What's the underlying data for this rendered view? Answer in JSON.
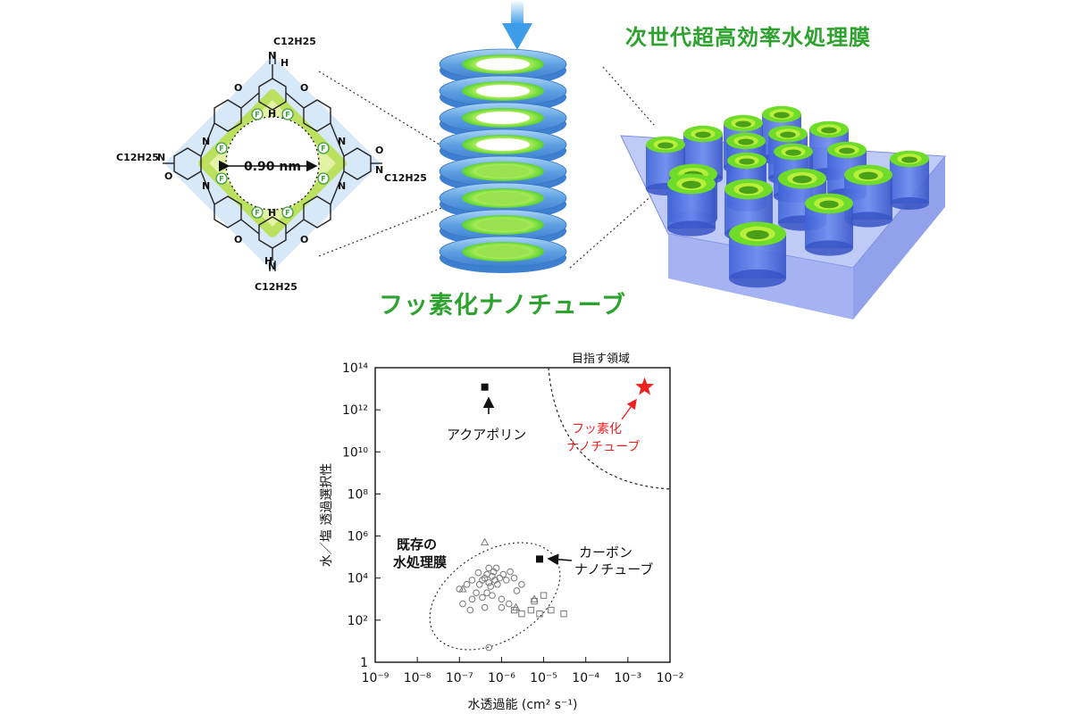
{
  "membrane_title": "次世代超高効率水処理膜",
  "nanotube_title": "フッ素化ナノチューブ",
  "molecule": {
    "pore_diameter": "0.90 nm",
    "substituent": "C12H25",
    "fluorine_label": "F",
    "atom_labels": [
      "N",
      "H",
      "O"
    ]
  },
  "colors": {
    "green_text": "#2ea22e",
    "star": "#ee2222",
    "fluoro_label": "#ee2222",
    "ring_green": "#7fe23a",
    "disk_blue": "#6aa8e8",
    "membrane_blue": "#8a9cf0"
  },
  "chart_data": {
    "type": "scatter",
    "xlabel": "水透過能 (cm² s⁻¹)",
    "ylabel": "水／塩 透過選択性",
    "x_scale": "log",
    "y_scale": "log",
    "xlim": [
      1e-09,
      0.01
    ],
    "ylim": [
      1,
      100000000000000.0
    ],
    "x_ticks": [
      "10⁻⁹",
      "10⁻⁸",
      "10⁻⁷",
      "10⁻⁶",
      "10⁻⁵",
      "10⁻⁴",
      "10⁻³",
      "10⁻²"
    ],
    "y_ticks": [
      "1",
      "10²",
      "10⁴",
      "10⁶",
      "10⁸",
      "10¹⁰",
      "10¹²",
      "10¹⁴"
    ],
    "annotations": {
      "target_region": "目指す領域",
      "aquaporin": "アクアポリン",
      "fluoro_line1": "フッ素化",
      "fluoro_line2": "ナノチューブ",
      "cnt_line1": "カーボン",
      "cnt_line2": "ナノチューブ",
      "existing_line1": "既存の",
      "existing_line2": "水処理膜"
    },
    "series": [
      {
        "marker": "filled-square",
        "points": [
          [
            4e-07,
            12000000000000.0
          ],
          [
            8e-06,
            80000.0
          ]
        ]
      },
      {
        "marker": "star",
        "points": [
          [
            0.0025,
            12000000000000.0
          ]
        ]
      },
      {
        "marker": "open-circle",
        "points": [
          [
            1e-07,
            3000.0
          ],
          [
            1.5e-07,
            5000.0
          ],
          [
            2e-07,
            1000.0
          ],
          [
            2.5e-07,
            2000.0
          ],
          [
            1.2e-07,
            600.0
          ],
          [
            1.8e-07,
            300.0
          ],
          [
            3e-07,
            5000.0
          ],
          [
            3.5e-07,
            8000.0
          ],
          [
            4e-07,
            10000.0
          ],
          [
            4.5e-07,
            15000.0
          ],
          [
            5e-07,
            6000.0
          ],
          [
            5.5e-07,
            4000.0
          ],
          [
            6e-07,
            12000.0
          ],
          [
            6.5e-07,
            20000.0
          ],
          [
            7e-07,
            8000.0
          ],
          [
            8e-07,
            5000.0
          ],
          [
            9e-07,
            10000.0
          ],
          [
            1.1e-06,
            15000.0
          ],
          [
            1.3e-06,
            8000.0
          ],
          [
            1.6e-06,
            20000.0
          ],
          [
            2e-06,
            10000.0
          ],
          [
            3e-06,
            5000.0
          ],
          [
            2.3e-06,
            2500.0
          ],
          [
            4.5e-07,
            2000.0
          ],
          [
            6e-07,
            1500.0
          ],
          [
            1e-06,
            1000.0
          ],
          [
            1.5e-06,
            600.0
          ],
          [
            3.5e-07,
            1200.0
          ],
          [
            2e-07,
            8000.0
          ],
          [
            2.8e-07,
            18000.0
          ],
          [
            5e-07,
            30000.0
          ],
          [
            7.5e-07,
            30000.0
          ],
          [
            4e-07,
            400.0
          ],
          [
            1e-06,
            400.0
          ],
          [
            5e-07,
            5
          ]
        ]
      },
      {
        "marker": "open-square",
        "points": [
          [
            3e-06,
            200.0
          ],
          [
            5e-06,
            300.0
          ],
          [
            8e-06,
            200.0
          ],
          [
            1.5e-05,
            300.0
          ],
          [
            3e-05,
            200.0
          ],
          [
            1e-05,
            1500.0
          ],
          [
            6e-06,
            800.0
          ],
          [
            2e-06,
            300.0
          ]
        ]
      },
      {
        "marker": "open-triangle",
        "points": [
          [
            4e-07,
            500000.0
          ],
          [
            1.2e-07,
            3000.0
          ],
          [
            2.2e-06,
            400.0
          ],
          [
            6e-06,
            1000.0
          ]
        ]
      }
    ]
  }
}
